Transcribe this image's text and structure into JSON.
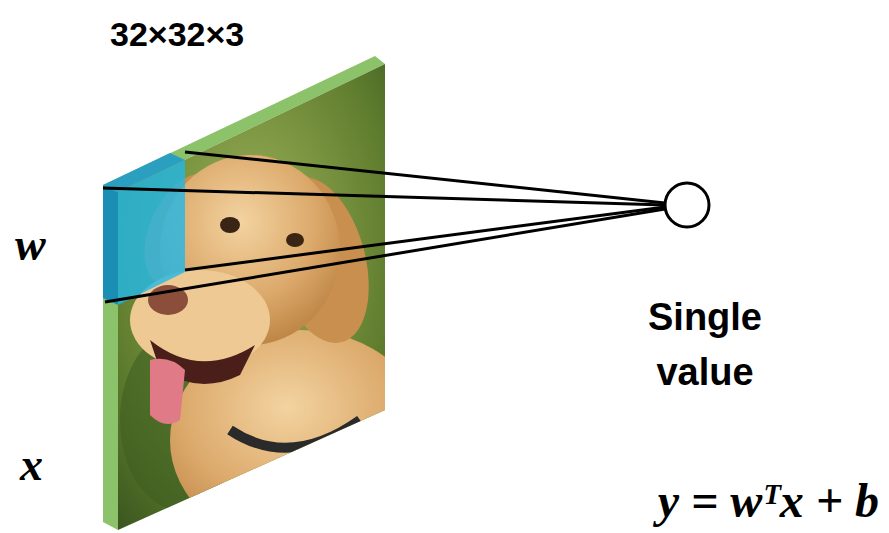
{
  "diagram": {
    "labels": [
      "32×32×3",
      "w",
      "x",
      "Single value",
      "y = wᵀx + b"
    ]
  }
}
